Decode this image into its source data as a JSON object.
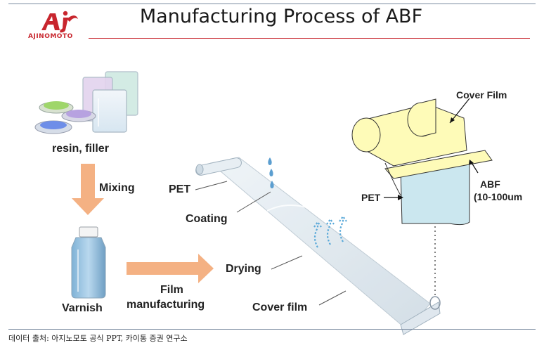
{
  "header": {
    "title": "Manufacturing Process of ABF",
    "logo_text": "AJINOMOTO",
    "brand_color": "#c8262e"
  },
  "labels": {
    "resin_filler": "resin, filler",
    "mixing": "Mixing",
    "varnish": "Varnish",
    "film_manufacturing_1": "Film",
    "film_manufacturing_2": "manufacturing",
    "pet": "PET",
    "coating": "Coating",
    "drying": "Drying",
    "cover_film": "Cover film"
  },
  "inset": {
    "cover_film": "Cover Film",
    "pet": "PET",
    "abf": "ABF",
    "thickness": "(10-100um"
  },
  "footer": {
    "source": "데이터 출처: 아지노모토 공식 PPT, 카이통 증권 연구소"
  }
}
